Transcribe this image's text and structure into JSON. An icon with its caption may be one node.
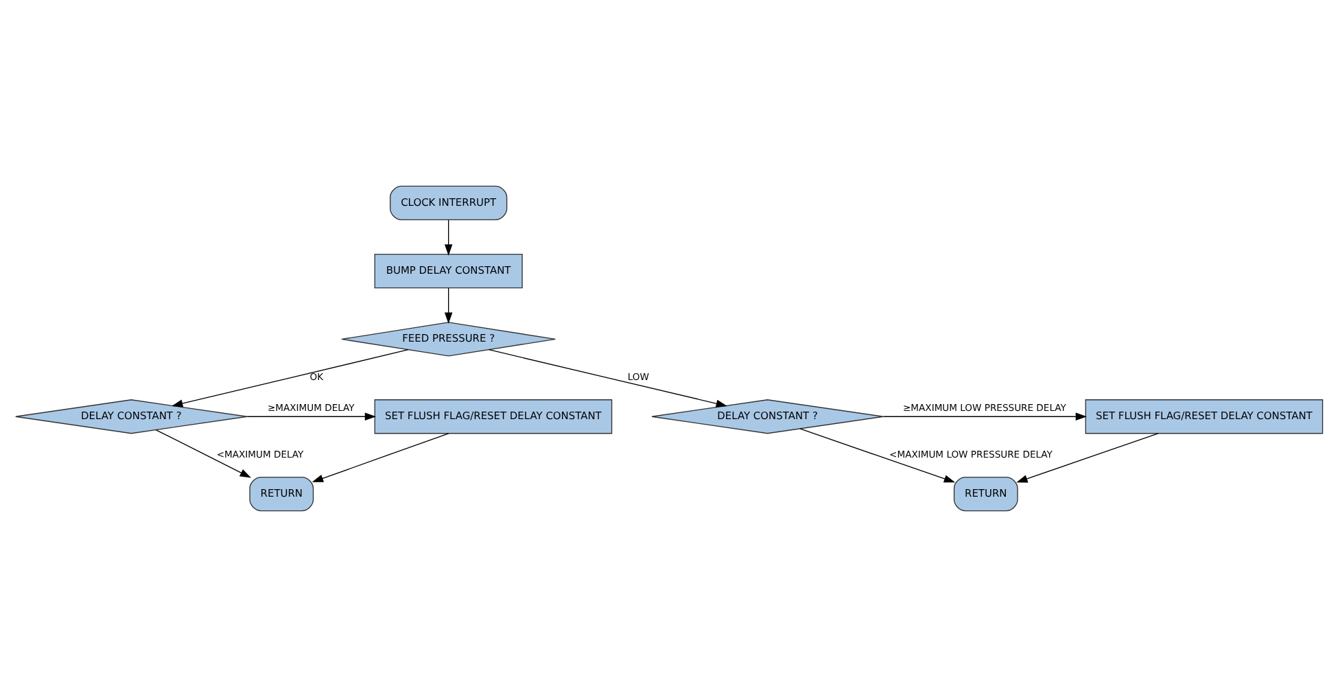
{
  "diagram": {
    "nodes": [
      {
        "text": [
          "CLOCK INTERRUPT"
        ]
      },
      {
        "text": [
          "BUMP DELAY CONSTANT"
        ]
      },
      {
        "text": [
          "FEED PRESSURE ?"
        ]
      },
      {
        "text": [
          "DELAY CONSTANT ?"
        ]
      },
      {
        "text": [
          "SET FLUSH FLAG/RESET DELAY CONSTANT"
        ]
      },
      {
        "text": [
          "RETURN"
        ]
      },
      {
        "text": [
          "DELAY CONSTANT ?"
        ]
      },
      {
        "text": [
          "SET FLUSH FLAG/RESET DELAY CONSTANT"
        ]
      },
      {
        "text": [
          "RETURN"
        ]
      }
    ],
    "edges": [
      {
        "from": 0,
        "to": 1,
        "arrow": "to"
      },
      {
        "from": 1,
        "to": 2,
        "arrow": "to"
      },
      {
        "from": 2,
        "to": 3,
        "arrow": "to",
        "label": "OK"
      },
      {
        "from": 2,
        "to": 6,
        "arrow": "to",
        "label": "LOW"
      },
      {
        "from": 3,
        "to": 4,
        "arrow": "to",
        "label": "≥MAXIMUM DELAY"
      },
      {
        "from": 3,
        "to": 5,
        "arrow": "to",
        "label": "<MAXIMUM DELAY"
      },
      {
        "from": 4,
        "to": 5,
        "arrow": "to"
      },
      {
        "from": 6,
        "to": 7,
        "arrow": "to",
        "label": "≥MAXIMUM LOW PRESSURE DELAY"
      },
      {
        "from": 6,
        "to": 8,
        "arrow": "to",
        "label": "<MAXIMUM LOW PRESSURE DELAY"
      },
      {
        "from": 7,
        "to": 8,
        "arrow": "to"
      }
    ]
  }
}
